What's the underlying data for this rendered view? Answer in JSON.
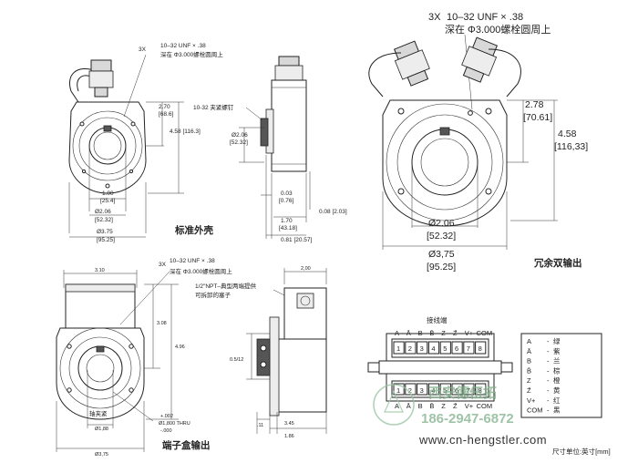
{
  "views": {
    "standard": {
      "title": "标准外壳",
      "thread_note": {
        "qty": "3X",
        "line1": "10–32 UNF × .38",
        "line2": "深在 Φ3.000螺栓圆周上"
      },
      "set_screw": "10-32 夹紧螺钉",
      "dims": {
        "h270": "2.70",
        "h270mm": "[68.6]",
        "h458": "4.58 [116.3]",
        "d206v": "Ø2.06",
        "d206vmm": "[52.32]",
        "d100": "1.00",
        "d100mm": "[25.4]",
        "d206": "Ø2.06",
        "d206mm": "[52.32]",
        "d375": "Ø3.75",
        "d375mm": "[95.25]",
        "s003": "0.03",
        "s003mm": "[0.76]",
        "s008": "0.08 [2.03]",
        "s170": "1.70",
        "s170mm": "[43.18]",
        "s081": "0.81 [20.57]"
      }
    },
    "redundant": {
      "title": "冗余双输出",
      "thread_note": {
        "qty": "3X",
        "line1": "10–32 UNF × .38",
        "line2": "深在 Φ3.000螺栓圆周上"
      },
      "dims": {
        "h278": "2.78",
        "h278mm": "[70.61]",
        "h458": "4.58",
        "h458mm": "[116,33]",
        "d206": "Ø2.06",
        "d206mm": "[52.32]",
        "d375": "Ø3,75",
        "d375mm": "[95.25]"
      }
    },
    "terminal": {
      "title": "端子盒输出",
      "thread_note": {
        "qty": "3X",
        "line1": "10–32 UNF × .38",
        "line2": "深在 Φ3.000螺栓圆周上"
      },
      "npt_note": {
        "line1": "1/2\"NPT–典型两端提供",
        "line2": "可拆卸的塞子"
      },
      "clamp_label": "轴夹紧",
      "dims": {
        "w310": "3.10",
        "h308": "3.08",
        "h496": "4.96",
        "d188": "Ø1,88",
        "thru": "Ø1,800 THRU",
        "tol1": "+.002",
        "tol2": "-.000",
        "d375": "Ø3,75",
        "w200": "2,00",
        "side1": "0.5/12",
        "b1": ".11",
        "b2": "3.45",
        "b3": "1.86"
      }
    }
  },
  "connector": {
    "title": "接线端",
    "top_labels": [
      "A",
      "Ā",
      "B",
      "B̄",
      "Z",
      "Z̄",
      "V+",
      "COM"
    ],
    "numbers": [
      "1",
      "2",
      "3",
      "4",
      "5",
      "6",
      "7",
      "8"
    ],
    "bottom_labels": [
      "A",
      "Ā",
      "B",
      "B̄",
      "Z",
      "Z̄",
      "V+",
      "COM"
    ]
  },
  "legend": {
    "items": [
      {
        "signal": "A",
        "color": "绿"
      },
      {
        "signal": "Ā",
        "color": "紫"
      },
      {
        "signal": "B",
        "color": "兰"
      },
      {
        "signal": "B̄",
        "color": "棕"
      },
      {
        "signal": "Z",
        "color": "橙"
      },
      {
        "signal": "Z̄",
        "color": "黄"
      },
      {
        "signal": "V+",
        "color": "红"
      },
      {
        "signal": "COM",
        "color": "黑"
      }
    ]
  },
  "watermark": {
    "brand": "西安德伍拓",
    "phone": "186-2947-6872",
    "url": "www.cn-hengstler.com"
  },
  "units_note": "尺寸单位:英寸[mm]"
}
